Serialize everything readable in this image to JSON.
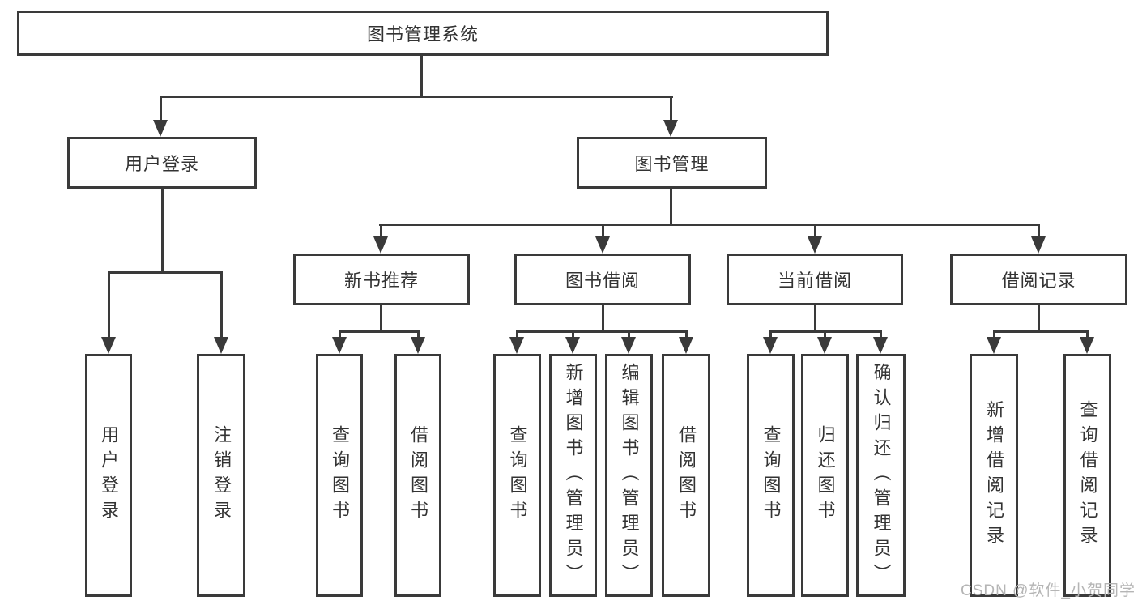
{
  "nodes": {
    "root": "图书管理系统",
    "l2": [
      "用户登录",
      "图书管理"
    ],
    "l3": [
      "新书推荐",
      "图书借阅",
      "当前借阅",
      "借阅记录"
    ],
    "l4": [
      "用户登录",
      "注销登录",
      "查询图书",
      "借阅图书",
      "查询图书",
      "新增图书（管理员）",
      "编辑图书（管理员）",
      "借阅图书",
      "查询图书",
      "归还图书",
      "确认归还（管理员）",
      "新增借阅记录",
      "查询借阅记录"
    ]
  },
  "watermark": "CSDN @软件_小贺同学",
  "colors": {
    "line": "#3a3a3a",
    "text": "#333333",
    "watermark": "#b5b5b5",
    "background": "#ffffff",
    "box_fill": "#ffffff"
  }
}
